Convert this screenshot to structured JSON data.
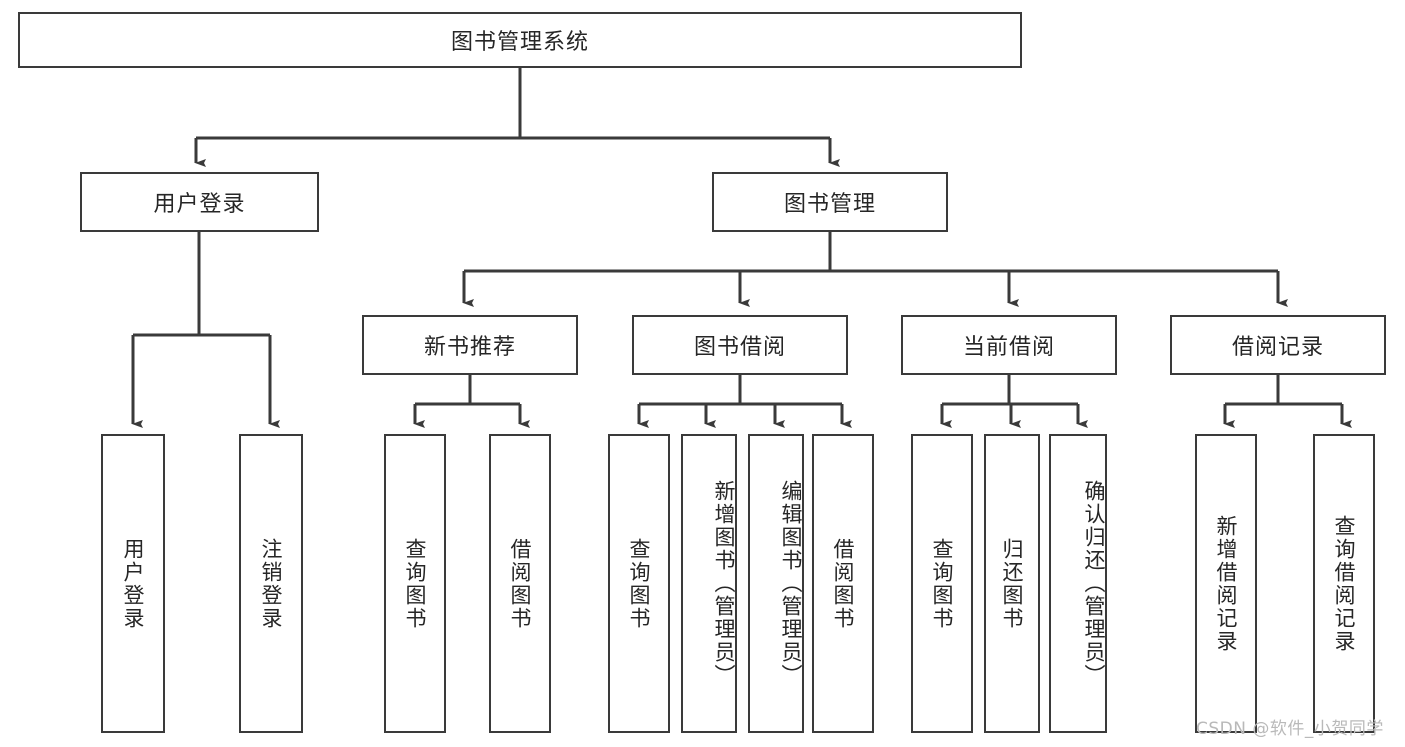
{
  "diagram": {
    "type": "hierarchy-tree",
    "root": {
      "label": "图书管理系统"
    },
    "level1": [
      {
        "label": "用户登录"
      },
      {
        "label": "图书管理"
      }
    ],
    "level2": [
      {
        "label": "新书推荐"
      },
      {
        "label": "图书借阅"
      },
      {
        "label": "当前借阅"
      },
      {
        "label": "借阅记录"
      }
    ],
    "leaves_user_login": [
      {
        "label": "用户登录"
      },
      {
        "label": "注销登录"
      }
    ],
    "leaves_new_book": [
      {
        "label": "查询图书"
      },
      {
        "label": "借阅图书"
      }
    ],
    "leaves_borrow": [
      {
        "label": "查询图书"
      },
      {
        "label": "新增图书（管理员）"
      },
      {
        "label": "编辑图书（管理员）"
      },
      {
        "label": "借阅图书"
      }
    ],
    "leaves_current": [
      {
        "label": "查询图书"
      },
      {
        "label": "归还图书"
      },
      {
        "label": "确认归还（管理员）"
      }
    ],
    "leaves_records": [
      {
        "label": "新增借阅记录"
      },
      {
        "label": "查询借阅记录"
      }
    ]
  },
  "watermark": {
    "text": "CSDN @软件_小贺同学"
  },
  "colors": {
    "stroke": "#3a3a3a",
    "text": "#262626",
    "background": "#ffffff",
    "watermark": "#b9b9b9"
  }
}
